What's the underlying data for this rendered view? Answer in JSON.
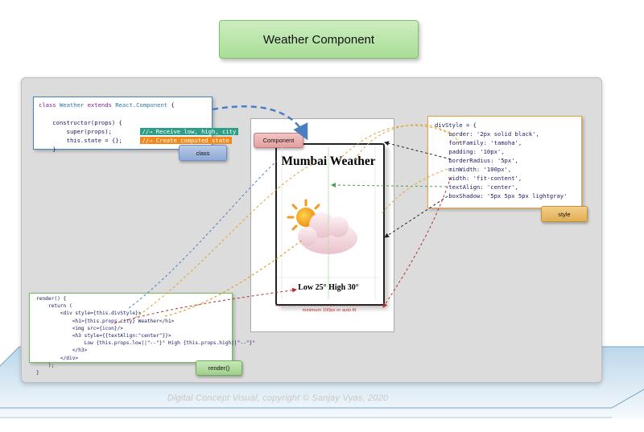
{
  "title": "Weather Component",
  "class_box": {
    "lines": [
      [
        [
          "kw",
          "class"
        ],
        [
          "t",
          " "
        ],
        [
          "cls",
          "Weather"
        ],
        [
          "t",
          " "
        ],
        [
          "kw",
          "extends"
        ],
        [
          "t",
          " "
        ],
        [
          "cls",
          "React.Component"
        ],
        [
          "t",
          " {"
        ]
      ],
      [],
      [
        [
          "t",
          "    constructor(props) {"
        ]
      ],
      [
        [
          "t",
          "        super(props);        "
        ],
        [
          "pg",
          "//→ Receive low, high, city"
        ]
      ],
      [
        [
          "t",
          "        this.state = {};     "
        ],
        [
          "po",
          "//→ Create computed state"
        ]
      ],
      [
        [
          "t",
          "    }"
        ]
      ]
    ],
    "label": "class"
  },
  "style_box": {
    "lines": [
      "divStyle = {",
      "    border: '2px solid black',",
      "    fontFamily: 'tamoha',",
      "    padding: '10px',",
      "    borderRadius: '5px',",
      "    minWidth: '100px',",
      "    width: 'fit-content',",
      "    textAlign: 'center',",
      "    boxShadow: '5px 5px 5px lightgray'"
    ],
    "label": "style"
  },
  "render_box": {
    "lines": [
      "render() {",
      "    return (",
      "        <div style={this.divStyle}>",
      "            <h1>{this.props.city} Weather</h1>",
      "            <img src={icon}/>",
      "            <h3 style={{textAlign:\"center\"}}>",
      "                Low {this.props.low||\"--\"}° High {this.props.high||\"--\"}°",
      "            </h3>",
      "        </div>",
      "    );",
      "}"
    ],
    "label": "render()"
  },
  "component": {
    "label": "Component",
    "card_title": "Mumbai Weather",
    "card_low_high": "Low 25° High 30°",
    "min_note": "minimum 100px or auto fit"
  },
  "copyright": "Digital Concept Visual, copyright © Sanjay Vyas, 2020",
  "colors": {
    "class_border": "#4a7fc1",
    "style_border": "#f0a23a",
    "render_border": "#6fbf5a",
    "component_tag": "#e3a0a0"
  },
  "icons": {
    "weather": "sun-behind-cloud-icon"
  }
}
